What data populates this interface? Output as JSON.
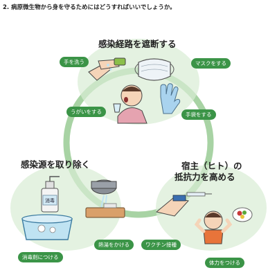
{
  "title": "2. 病原微生物から身を守るためにはどうすればいいでしょうか。",
  "groups": {
    "block_route": {
      "heading": "感染経路を遮断する"
    },
    "remove_source": {
      "heading": "感染源を取り除く"
    },
    "host_resistance": {
      "heading_line1": "宿主（ヒト）の",
      "heading_line2": "抵抗力を高める"
    }
  },
  "labels": {
    "wash_hands": "手を洗う",
    "mask": "マスクをする",
    "gargle": "うがいをする",
    "gloves": "手袋をする",
    "disinfectant": "消毒剤につける",
    "boiling_water": "熱湯をかける",
    "vaccine": "ワクチン接種",
    "stamina": "体力をつける"
  },
  "bottle_label": "消毒",
  "colors": {
    "circle_ring": "#a8d3a4",
    "label_pill": "#3b9447",
    "region_fill": "#d9ecd4"
  }
}
